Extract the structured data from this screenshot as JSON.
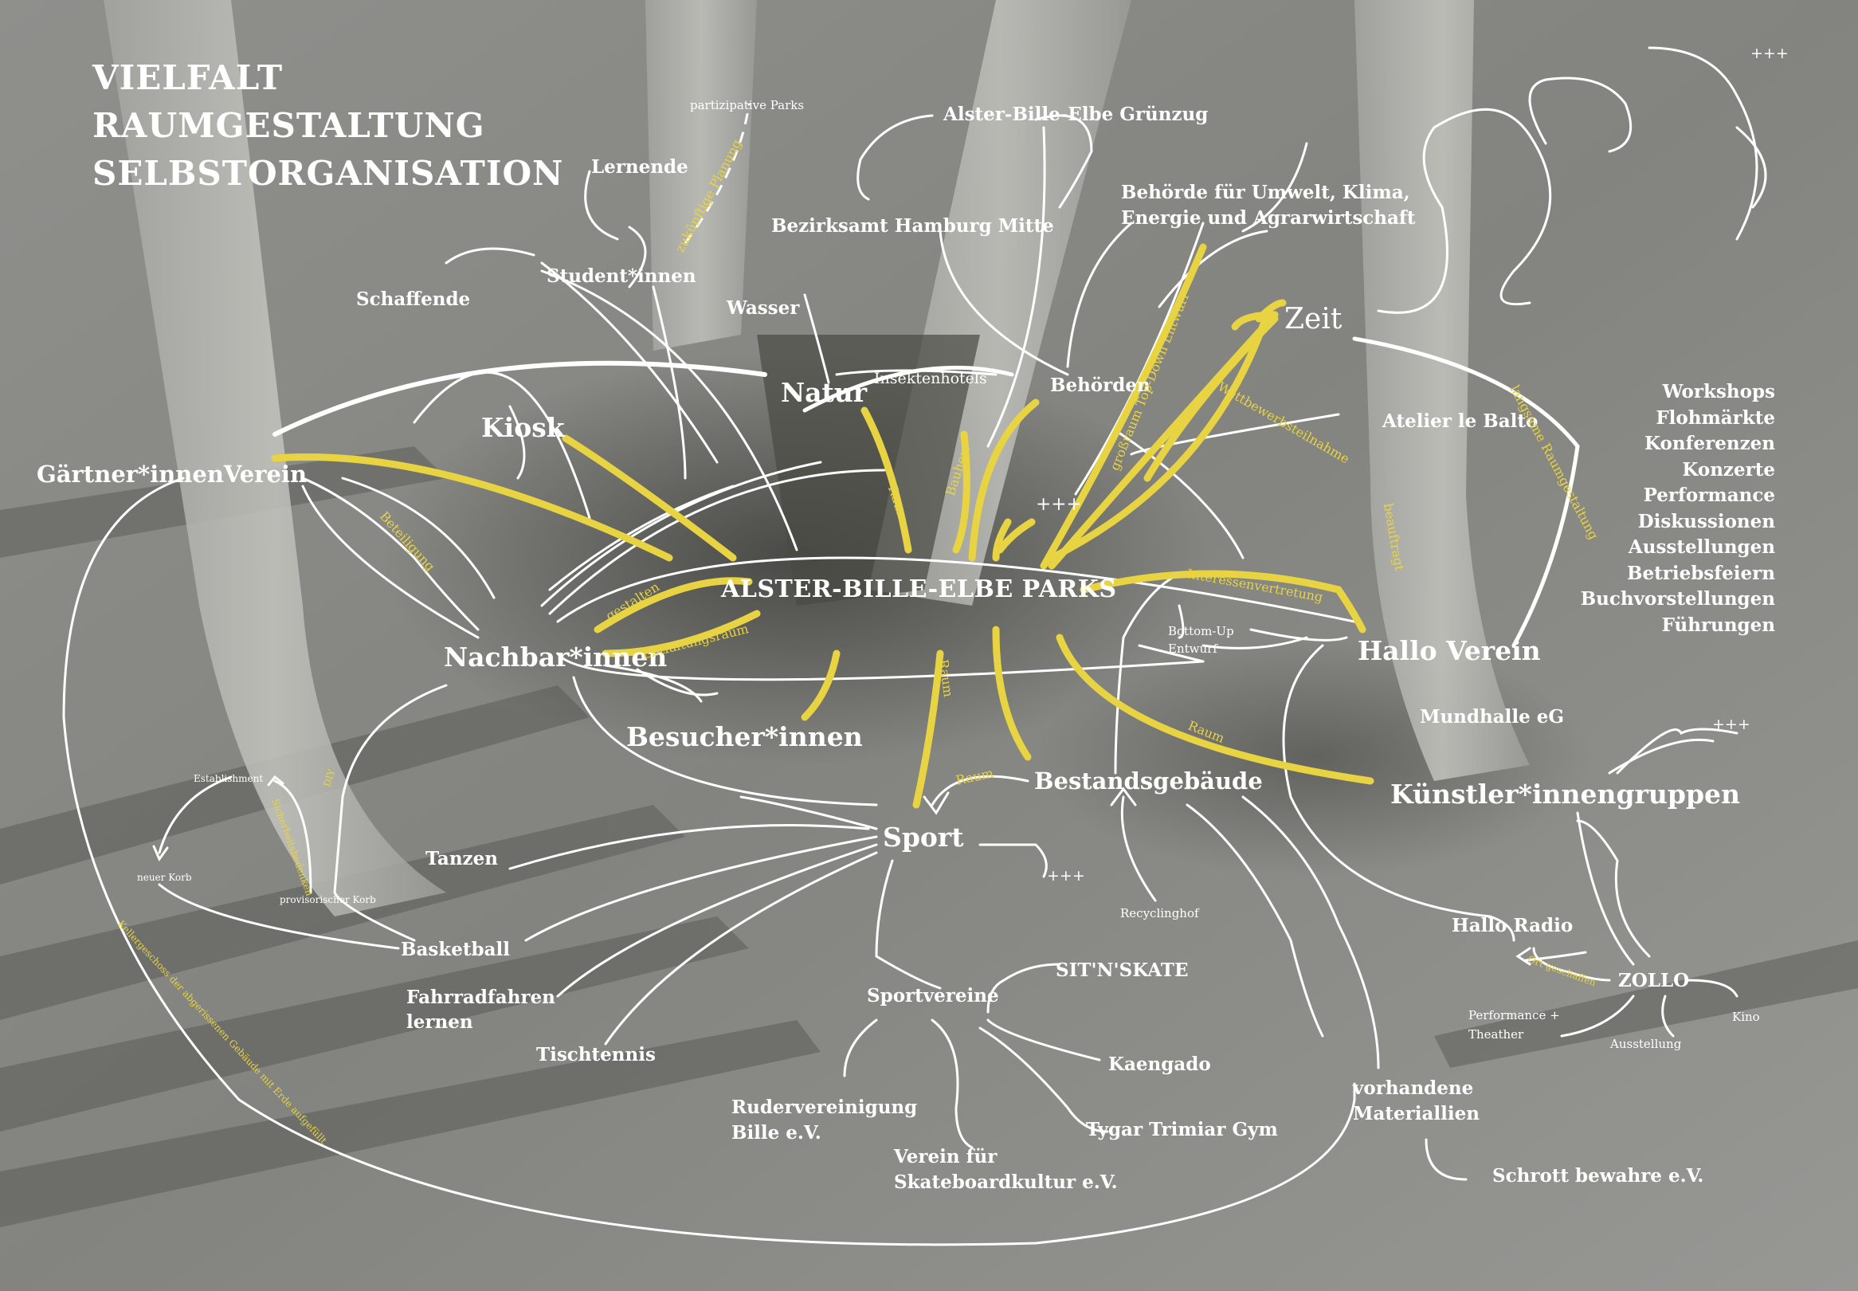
{
  "heading": [
    "VIELFALT",
    "RAUMGESTALTUNG",
    "SELBSTORGANISATION"
  ],
  "center": "ALSTER-BILLE-ELBE PARKS",
  "nodes": {
    "natur": "Natur",
    "kiosk": "Kiosk",
    "gaertner": "Gärtner*innenVerein",
    "nachbar": "Nachbar*innen",
    "besucher": "Besucher*innen",
    "sport": "Sport",
    "bestand": "Bestandsgebäude",
    "kuenstler": "Künstler*innengruppen",
    "hallo_verein": "Hallo Verein",
    "zeit": "Zeit",
    "behoerden": "Behörden",
    "atelier": "Atelier le Balto",
    "student": "Student*innen",
    "lernende": "Lernende",
    "schaffende": "Schaffende",
    "partizipative": "partizipative Parks",
    "wasser": "Wasser",
    "insekten": "Insektenhotels",
    "gruenzug": "Alster-Bille-Elbe Grünzug",
    "bezirksamt": "Bezirksamt Hamburg Mitte",
    "behoerde_umwelt_1": "Behörde für Umwelt, Klima,",
    "behoerde_umwelt_2": "Energie und Agrarwirtschaft",
    "plus_top": "+++",
    "plus_center": "+++",
    "plus_sport": "+++",
    "plus_kuenstler": "+++",
    "bottomup_1": "Bottom-Up",
    "bottomup_2": "Entwurf",
    "mundhalle": "Mundhalle eG",
    "tanzen": "Tanzen",
    "basketball": "Basketball",
    "fahrrad_1": "Fahrradfahren",
    "fahrrad_2": "lernen",
    "tischtennis": "Tischtennis",
    "sportvereine": "Sportvereine",
    "sitnskate": "SIT'N'SKATE",
    "kaengado": "Kaengado",
    "tygar": "Tygar Trimiar Gym",
    "ruder_1": "Rudervereinigung",
    "ruder_2": "Bille e.V.",
    "skate_1": "Verein für",
    "skate_2": "Skateboardkultur e.V.",
    "recycling": "Recyclinghof",
    "materialien_1": "vorhandene",
    "materialien_2": "Materiallien",
    "schrott": "Schrott bewahre e.V.",
    "hallo_radio": "Hallo Radio",
    "zollo": "ZOLLO",
    "kino": "Kino",
    "performance_1": "Performance +",
    "performance_2": "Theather",
    "ausstellung": "Ausstellung",
    "establishment": "Establishment",
    "neuer_korb": "neuer Korb",
    "provisorischer_korb": "provisorischer Korb"
  },
  "edge_labels": {
    "zukuenftige": "zukünftige Planung",
    "beteiligung": "Beteiligung",
    "gestalten": "gestalten",
    "entfaltungsraum": "Entfaltungsraum",
    "raum1": "Raum",
    "bauherr": "Bauherr",
    "grossraum": "großraum Top-Down Entwurf",
    "wettbewerb": "Wettbewerbsteilnahme",
    "langsame": "langsame Raumgestaltung",
    "beauftragt": "beauftragt",
    "interessen": "Interessenvertretung",
    "raum2": "Raum",
    "raum3": "Raum",
    "raum4": "Raum",
    "diy": "DIY",
    "sicherheit": "Sicherheitsbedenken",
    "keller": "Kellergeschoss der abgerissenen Gebäude mit Erde aufgefüllt",
    "ortgeschaffen": "Ort geschaffen"
  },
  "right_list": [
    "Workshops",
    "Flohmärkte",
    "Konferenzen",
    "Konzerte",
    "Performance",
    "Diskussionen",
    "Ausstellungen",
    "Betriebsfeiern",
    "Buchvorstellungen",
    "Führungen"
  ],
  "colors": {
    "accent": "#e8d442",
    "line": "#ffffff",
    "background": "#8a8a88"
  }
}
